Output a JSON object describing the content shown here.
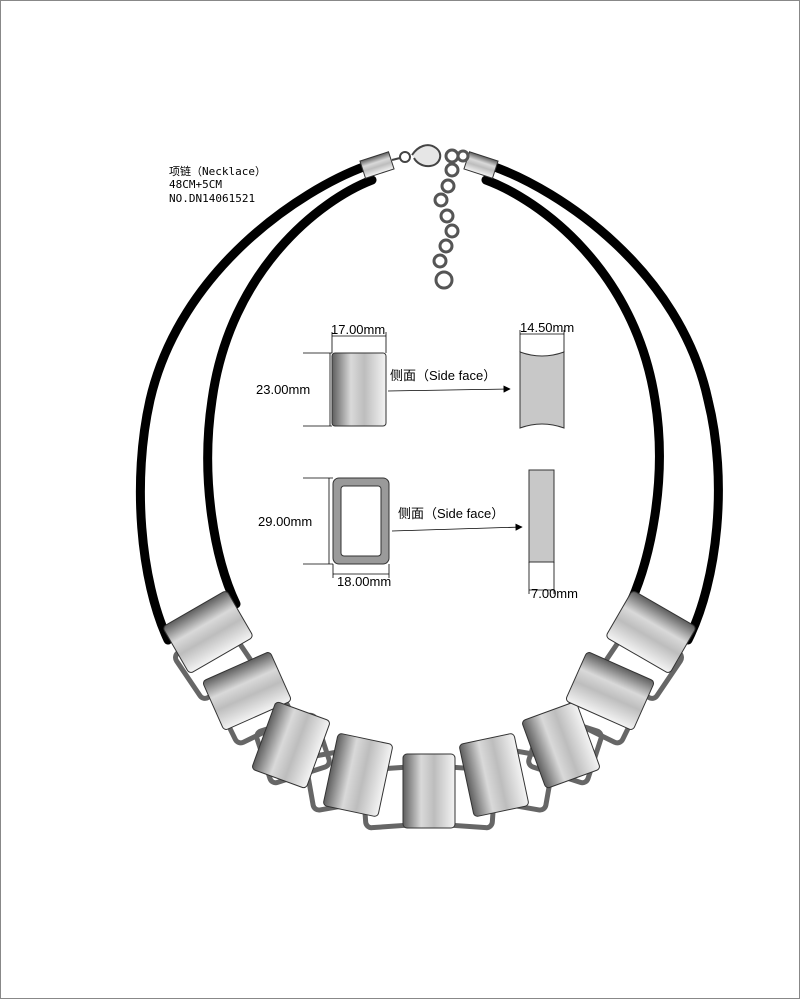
{
  "product": {
    "name": "项链（Necklace）",
    "size": "48CM+5CM",
    "number": "NO.DN14061521"
  },
  "bead": {
    "width": "17.00mm",
    "height": "23.00mm",
    "side_label": "侧面（Side face）",
    "side_width": "14.50mm"
  },
  "frame": {
    "height": "29.00mm",
    "width": "18.00mm",
    "side_label": "侧面（Side face）",
    "side_width": "7.00mm"
  },
  "colors": {
    "cord": "#000000",
    "metal_dark": "#6e6e6e",
    "metal_light": "#f2f2f2",
    "side_face": "#c8c8c8"
  }
}
